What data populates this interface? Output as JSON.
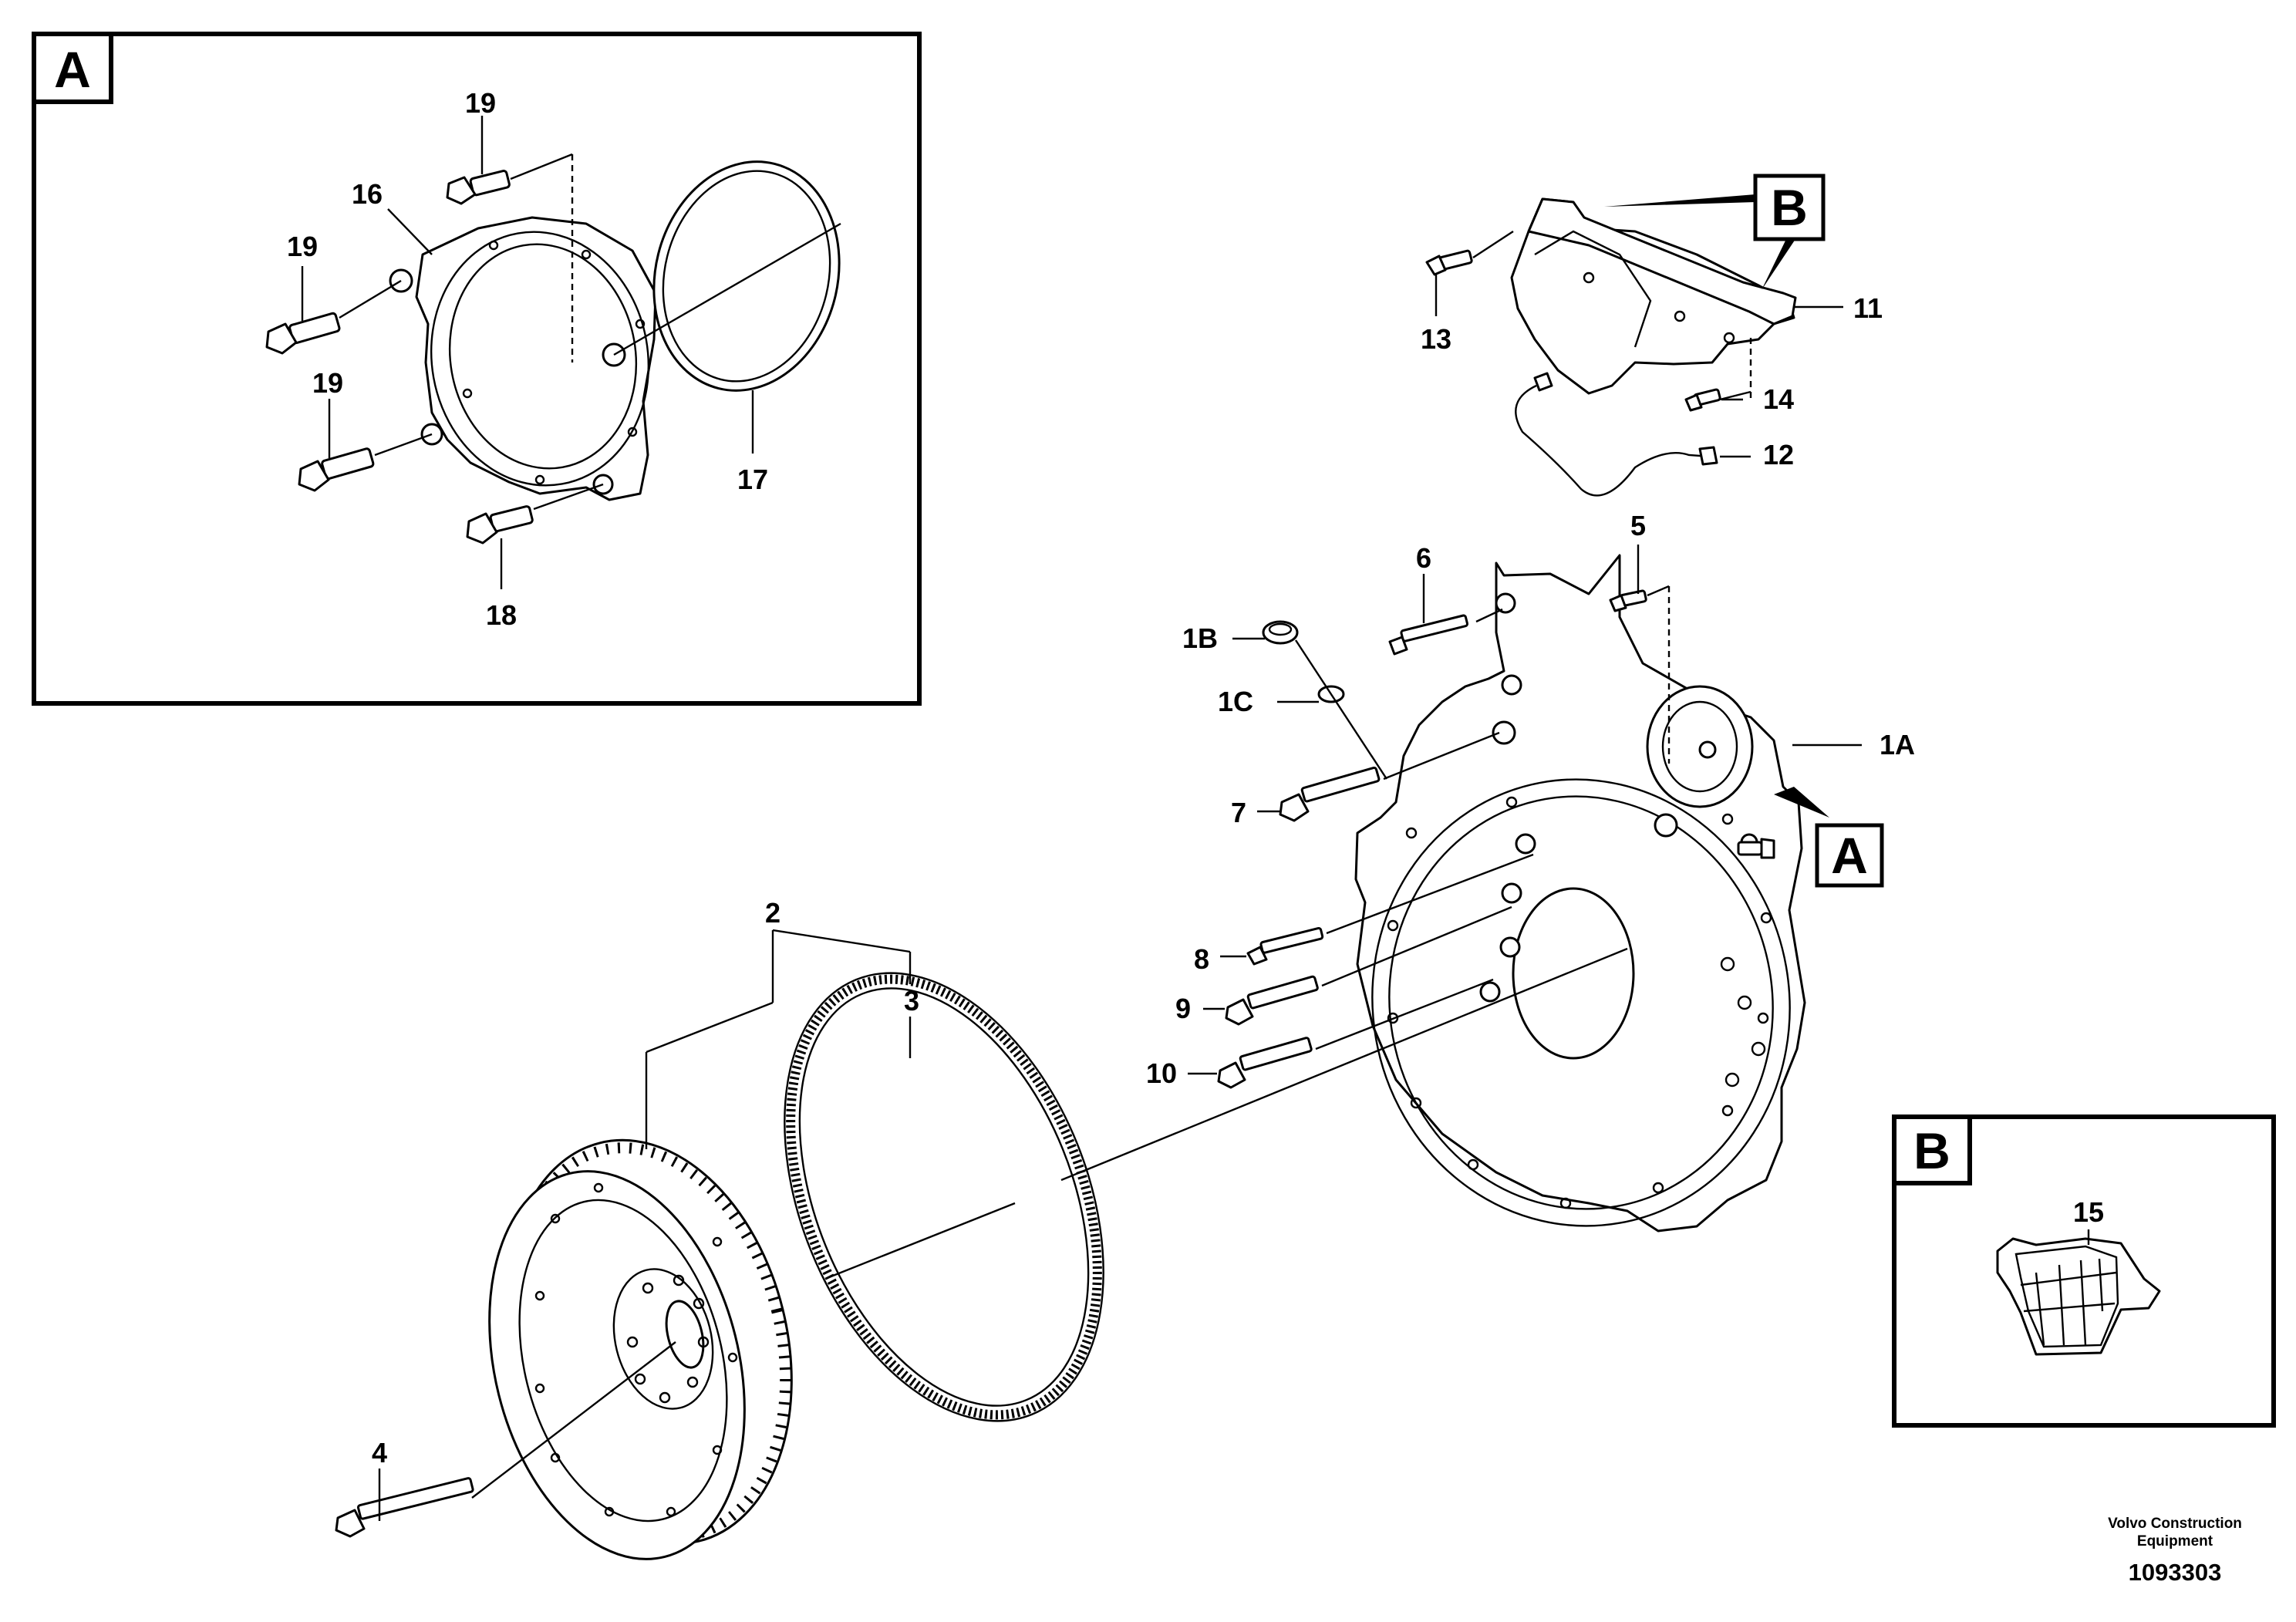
{
  "detail_frames": {
    "a": {
      "letter": "A"
    },
    "b": {
      "letter": "B"
    }
  },
  "reference_flags": {
    "a": "A",
    "b": "B"
  },
  "callouts": {
    "n1A": "1A",
    "n1B": "1B",
    "n1C": "1C",
    "n2": "2",
    "n3": "3",
    "n4": "4",
    "n5": "5",
    "n6": "6",
    "n7": "7",
    "n8": "8",
    "n9": "9",
    "n10": "10",
    "n11": "11",
    "n12": "12",
    "n13": "13",
    "n14": "14",
    "n15": "15",
    "n16": "16",
    "n17": "17",
    "n18": "18",
    "n19a": "19",
    "n19b": "19",
    "n19c": "19"
  },
  "credit": {
    "line1": "Volvo Construction",
    "line2": "Equipment",
    "figure_number": "1093303"
  }
}
